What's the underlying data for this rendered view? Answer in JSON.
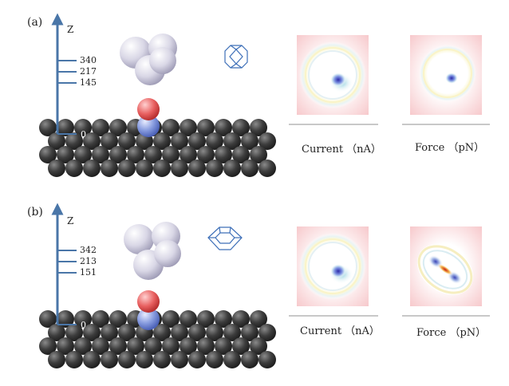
{
  "panels": [
    {
      "label": "(a)",
      "axis_label": "Z",
      "ticks": [
        "340",
        "217",
        "145",
        "0"
      ],
      "current_caption": "Current （nA）",
      "force_caption": "Force （pN）"
    },
    {
      "label": "(b)",
      "axis_label": "Z",
      "ticks": [
        "342",
        "213",
        "151",
        "0"
      ],
      "current_caption": "Current （nA）",
      "force_caption": "Force （pN）"
    }
  ],
  "colors": {
    "axis": "#4a76a8",
    "substrate": "#4a4a4a",
    "oxygen": "#e04848",
    "carbon": "#6f84d8",
    "molecule": "#c9c7da",
    "icon": "#3d6fb8"
  }
}
